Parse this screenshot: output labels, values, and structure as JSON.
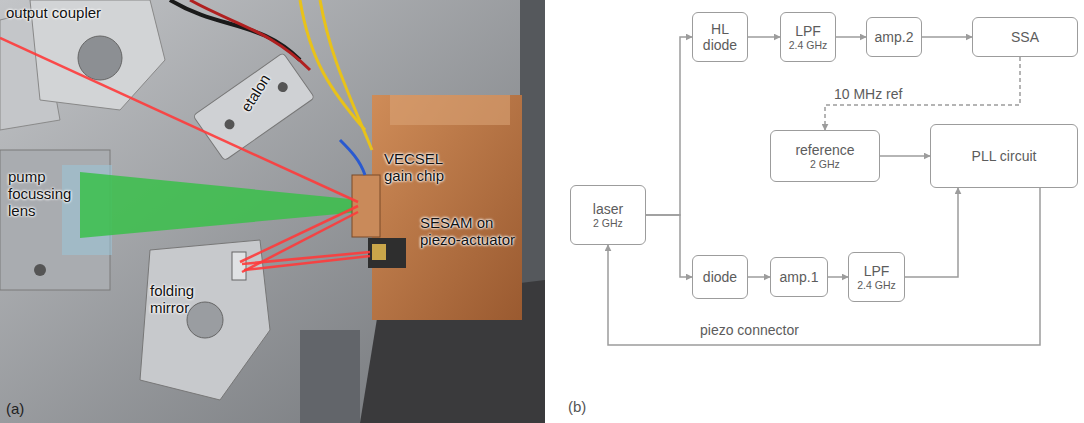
{
  "diagram": {
    "nodes": [
      {
        "text": [
          "HL diode"
        ]
      },
      {
        "text": [
          "LPF",
          "2.4 GHz"
        ]
      },
      {
        "text": [
          "amp.2"
        ]
      },
      {
        "text": [
          "SSA"
        ]
      },
      {
        "text": [
          "reference",
          "2 GHz"
        ]
      },
      {
        "text": [
          "PLL circuit"
        ]
      },
      {
        "text": [
          "laser",
          "2 GHz"
        ]
      },
      {
        "text": [
          "diode"
        ]
      },
      {
        "text": [
          "amp.1"
        ]
      },
      {
        "text": [
          "LPF",
          "2.4 GHz"
        ]
      }
    ],
    "edges": [
      {
        "from": 6,
        "to": 0,
        "arrow": "to"
      },
      {
        "from": 6,
        "to": 7,
        "arrow": "to"
      },
      {
        "from": 0,
        "to": 1,
        "arrow": "to"
      },
      {
        "from": 1,
        "to": 2,
        "arrow": "to"
      },
      {
        "from": 2,
        "to": 3,
        "arrow": "to"
      },
      {
        "from": 7,
        "to": 8,
        "arrow": "to"
      },
      {
        "from": 8,
        "to": 9,
        "arrow": "to"
      },
      {
        "from": 9,
        "to": 5,
        "arrow": "to"
      },
      {
        "from": 4,
        "to": 5,
        "arrow": "to"
      },
      {
        "from": 3,
        "to": 4,
        "label": "10 MHz ref",
        "arrow": "to"
      },
      {
        "from": 5,
        "to": 6,
        "label": "piezo connector",
        "arrow": "to"
      }
    ],
    "labels": [
      "output coupler",
      "etalon",
      "pump focussing lens",
      "VECSEL gain chip",
      "folding mirror",
      "SESAM on piezo-actuator",
      "(a)",
      "(b)"
    ]
  }
}
